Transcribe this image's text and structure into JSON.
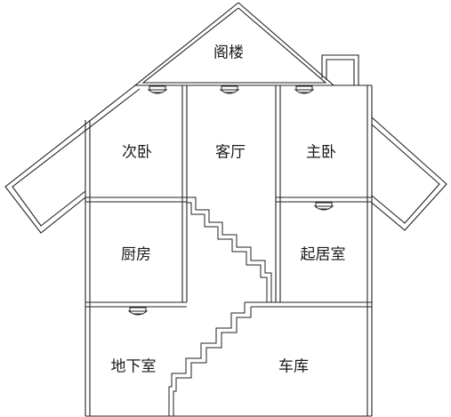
{
  "rooms": {
    "attic": "阁楼",
    "second_bedroom": "次卧",
    "living_room": "客厅",
    "master_bedroom": "主卧",
    "kitchen": "厨房",
    "sitting_room": "起居室",
    "basement": "地下室",
    "garage": "车库"
  },
  "colors": {
    "line": "#222222",
    "background": "#ffffff"
  },
  "icons": [
    "ceiling-light-icon",
    "ceiling-light-icon",
    "ceiling-light-icon",
    "ceiling-light-icon",
    "ceiling-light-icon"
  ]
}
